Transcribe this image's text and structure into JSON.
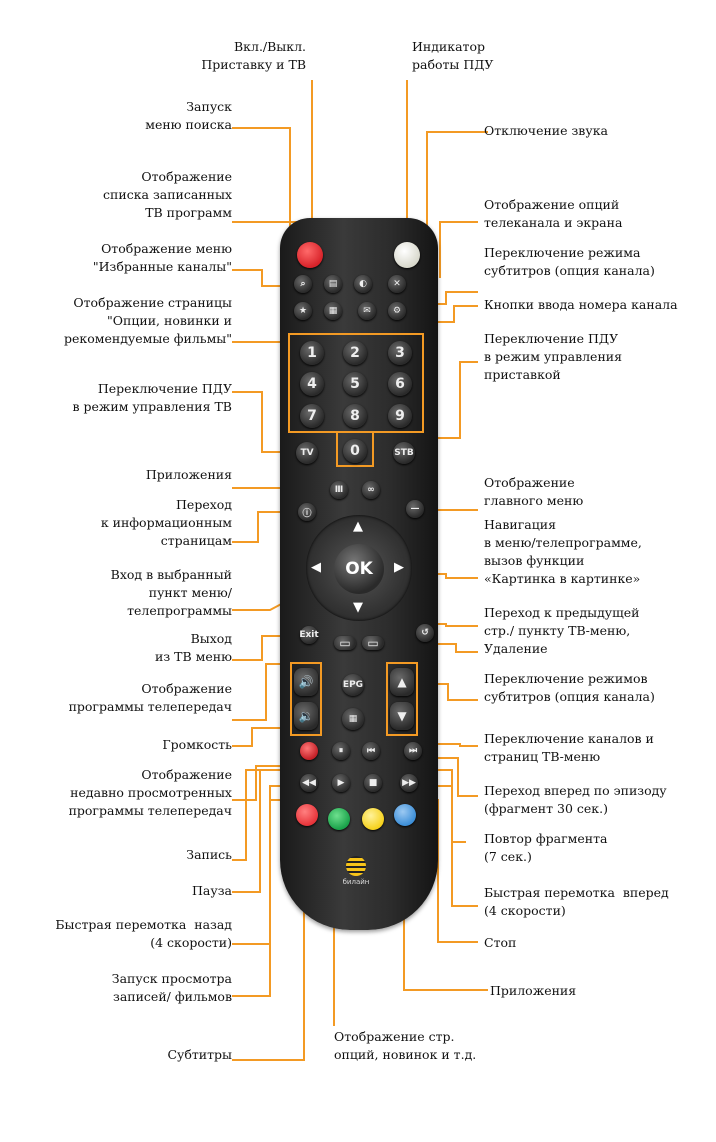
{
  "labels": {
    "power": "Вкл./Выкл.\nПриставку и ТВ",
    "indicator": "Индикатор\nработы ПДУ",
    "search": "Запуск\nменю поиска",
    "mute": "Отключение звука",
    "recordings": "Отображение\nсписка записанных\nТВ программ",
    "options": "Отображение опций\nтелеканала и экрана",
    "favorites": "Отображение меню\n\"Избранные каналы\"",
    "subtitle_mode_top": "Переключение режима\nсубтитров (опция канала)",
    "options_page": "Отображение страницы\n\"Опции, новинки и\nрекомендуемые фильмы\"",
    "number_keys": "Кнопки ввода номера канала",
    "stb_mode": "Переключение ПДУ\nв режим управления\nприставкой",
    "tv_mode": "Переключение ПДУ\nв режим управления ТВ",
    "apps": "Приложения",
    "main_menu": "Отображение\nглавного меню",
    "info_pages": "Переход\nк информационным\nстраницам",
    "navigation": "Навигация\nв меню/телепрограмме,\nвызов функции\n«Картинка в картинке»",
    "ok_entry": "Вход в выбранный\nпункт меню/\nтелепрограммы",
    "back": "Переход к предыдущей\nстр./ пункту ТВ-меню,\nУдаление",
    "exit": "Выход\nиз ТВ меню",
    "epg": "Отображение\nпрограммы телепередач",
    "subtitle_mode_mid": "Переключение режимов\nсубтитров (опция канала)",
    "volume": "Громкость",
    "channels": "Переключение каналов и\nстраниц ТВ-меню",
    "recent": "Отображение\nнедавно просмотренных\nпрограммы телепередач",
    "skip_forward": "Переход вперед по эпизоду\n(фрагмент 30 сек.)",
    "repeat": "Повтор фрагмента\n(7 сек.)",
    "record": "Запись",
    "pause": "Пауза",
    "fast_forward": "Быстрая перемотка  вперед\n(4 скорости)",
    "rewind": "Быстрая перемотка  назад\n(4 скорости)",
    "stop": "Стоп",
    "play_records": "Запуск просмотра\nзаписей/ фильмов",
    "apps_bottom": "Приложения",
    "subtitles": "Субтитры",
    "options_new": "Отображение стр.\nопций, новинок и т.д."
  },
  "remote": {
    "digits": [
      "1",
      "2",
      "3",
      "4",
      "5",
      "6",
      "7",
      "8",
      "9",
      "0"
    ],
    "ok": "OK",
    "tv": "TV",
    "stb": "STB",
    "epg": "EPG",
    "brand": "билайн"
  },
  "colors": {
    "accent": "#f39a24",
    "red": "#e8343a",
    "green": "#1aa24a",
    "yellow": "#f6d21d",
    "blue": "#3d8fd8"
  }
}
